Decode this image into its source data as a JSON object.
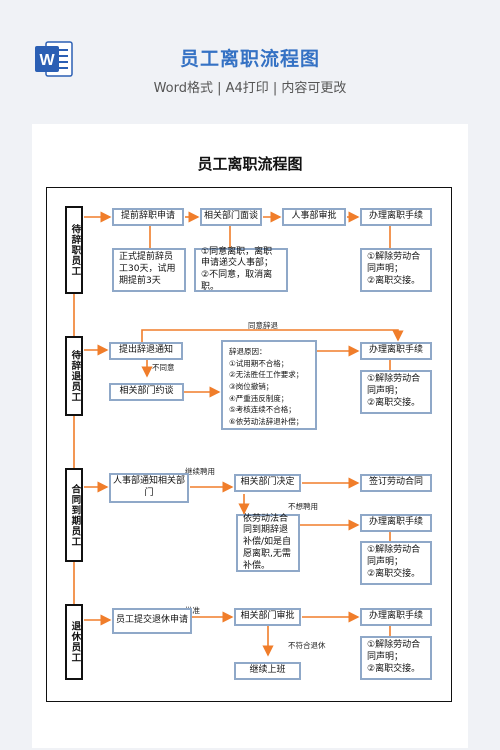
{
  "header": {
    "title": "员工离职流程图",
    "subtitle": "Word格式 | A4打印 | 内容可更改",
    "icon_letter": "W"
  },
  "document": {
    "title": "员工离职流程图",
    "stages": {
      "resign": "待辞职员工",
      "dismiss": "待辞退员工",
      "contract": "合同到期员工",
      "retire": "退休员工"
    },
    "sec1": {
      "apply": "提前辞职申请",
      "interview": "相关部门面谈",
      "hr": "人事部审批",
      "handle": "办理离职手续",
      "note_a": "正式提前辞员工30天，试用期提前3天",
      "note_b1": "①同意离职，离职申请递交人事部；",
      "note_b2": "②不同意，取消离职。",
      "note_c1": "①解除劳动合同声明；",
      "note_c2": "②离职交接。"
    },
    "sec2": {
      "agree_label": "同意辞退",
      "notice": "提出辞退通知",
      "disagree_label": "不同意",
      "talk": "相关部门约谈",
      "reason_title": "辞退原因：",
      "reasons": [
        "①试用期不合格；",
        "②无法胜任工作要求；",
        "③岗位撤销；",
        "④严重违反制度；",
        "⑤考核连续不合格；",
        "⑥依劳动法辞退补偿；"
      ],
      "handle": "办理离职手续",
      "note1": "①解除劳动合同声明；",
      "note2": "②离职交接。"
    },
    "sec3": {
      "continue_label": "继续聘用",
      "notify": "人事部通知相关部门",
      "decide": "相关部门决定",
      "sign": "签订劳动合同",
      "not_continue_label": "不想聘用",
      "compensation": "依劳动法合同到期辞退补偿/如是自愿离职,无需补偿。",
      "handle": "办理离职手续",
      "note1": "①解除劳动合同声明；",
      "note2": "②离职交接。"
    },
    "sec4": {
      "approve_label": "批准",
      "submit": "员工提交退休申请",
      "approve": "相关部门审批",
      "not_meet_label": "不符合退休",
      "continue_work": "继续上班",
      "handle": "办理离职手续",
      "note1": "①解除劳动合同声明；",
      "note2": "②离职交接。"
    }
  },
  "colors": {
    "brand_blue": "#3572c4",
    "arrow_orange": "#f07d2a",
    "box_border": "#8fa8c8"
  }
}
